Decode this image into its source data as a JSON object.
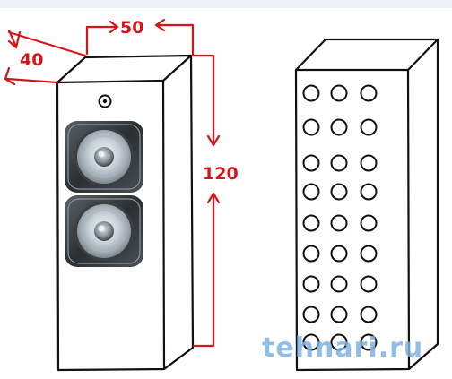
{
  "dimensions": {
    "width_label": "50",
    "depth_label": "40",
    "height_label": "120"
  },
  "watermark": {
    "text": "tehnari.ru"
  },
  "colors": {
    "dimension": "#d6151b",
    "outline": "#111111",
    "watermark": "#7fb2e5",
    "top_strip": "#eef2f7"
  },
  "icons": {
    "front_speaker": "speaker-driver-icon",
    "hole": "ventilation-hole"
  }
}
